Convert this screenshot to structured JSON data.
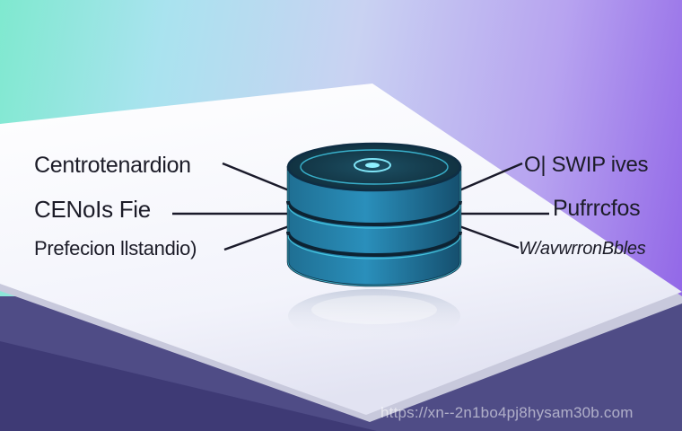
{
  "diagram": {
    "labels_left": [
      "Centrotenardion",
      "CENoIs Fie",
      "Prefecion llstandio)"
    ],
    "labels_right": [
      "O| SWIP ives",
      "Pufrrcfos",
      "W/avwrronBbles"
    ]
  },
  "footer": {
    "watermark": "https://xn--2n1bo4pj8hysam30b.com"
  },
  "colors": {
    "disk_top": "#123646",
    "disk_rim": "#4dd8f0",
    "connector": "#1a1a2a"
  }
}
